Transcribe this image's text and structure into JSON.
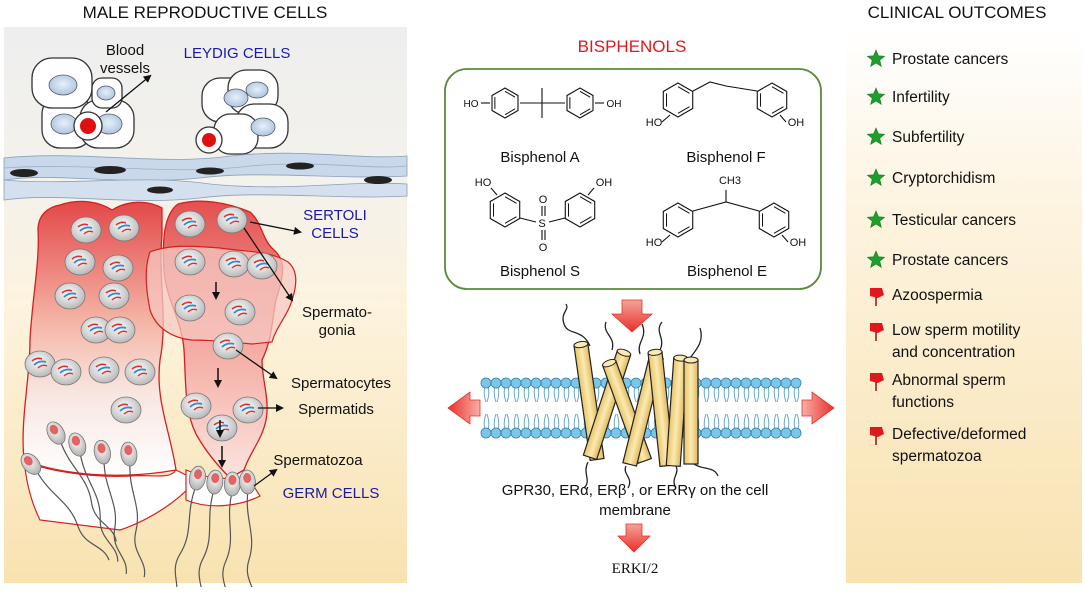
{
  "left_panel": {
    "header": "MALE REPRODUCTIVE CELLS",
    "blood_vessels_label_line1": "Blood",
    "blood_vessels_label_line2": "vessels",
    "leydig_label": "LEYDIG CELLS",
    "sertoli_label_line1": "SERTOLI",
    "sertoli_label_line2": "CELLS",
    "spermatogonia_label_line1": "Spermato-",
    "spermatogonia_label_line2": "gonia",
    "spermatocytes_label": "Spermatocytes",
    "spermatids_label": "Spermatids",
    "spermatozoa_label": "Spermatozoa",
    "germ_cells_label": "GERM CELLS"
  },
  "center_panel": {
    "title": "BISPHENOLS",
    "compounds": [
      {
        "name": "Bisphenol A",
        "bridge": "C(CH3)2"
      },
      {
        "name": "Bisphenol F",
        "bridge": "CH2"
      },
      {
        "name": "Bisphenol S",
        "bridge": "SO2"
      },
      {
        "name": "Bisphenol E",
        "bridge": "CH(CH3)"
      }
    ],
    "atoms": {
      "oh_right": "OH",
      "oh_left": "HO",
      "s": "S",
      "o": "O",
      "ch3": "CH3"
    },
    "receptor_caption_line1": "GPR30, ERα, ERβ , or ERRγ on the cell",
    "receptor_caption_line2": "membrane",
    "downstream_label": "ERKI/2"
  },
  "right_panel": {
    "header": "CLINICAL OUTCOMES",
    "outcomes": [
      {
        "marker": "green-star",
        "line1": "Prostate cancers",
        "line2": ""
      },
      {
        "marker": "green-star",
        "line1": "Infertility",
        "line2": ""
      },
      {
        "marker": "green-star",
        "line1": "Subfertility",
        "line2": ""
      },
      {
        "marker": "green-star",
        "line1": "Cryptorchidism",
        "line2": ""
      },
      {
        "marker": "green-star",
        "line1": "Testicular cancers",
        "line2": ""
      },
      {
        "marker": "green-star",
        "line1": "Prostate cancers",
        "line2": ""
      },
      {
        "marker": "red-pin",
        "line1": "Azoospermia",
        "line2": ""
      },
      {
        "marker": "red-pin",
        "line1": "Low sperm motility",
        "line2": "and concentration"
      },
      {
        "marker": "red-pin",
        "line1": "Abnormal sperm",
        "line2": "functions"
      },
      {
        "marker": "red-pin",
        "line1": "Defective/deformed",
        "line2": "spermatozoa"
      }
    ]
  },
  "colors": {
    "label_blue": "#1a1aa8",
    "title_red": "#e0181d",
    "arrow_red": "#e8302a",
    "star_green": "#1e9e2c",
    "pin_red": "#e0181d",
    "membrane_blue": "#7cc6e8",
    "helix_fill": "#f7dc8e",
    "panel_border": "#5c8a3a"
  }
}
